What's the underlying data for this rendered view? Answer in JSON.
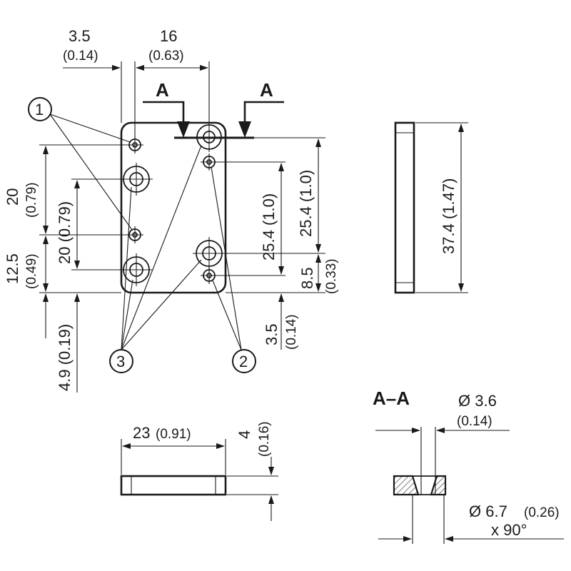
{
  "section_label": "A",
  "section_title": "A–A",
  "callouts": [
    "1",
    "2",
    "3"
  ],
  "dims": {
    "w35": "3.5",
    "w35_in": "(0.14)",
    "w16": "16",
    "w16_in": "(0.63)",
    "h20": "20",
    "h20_in": "(0.79)",
    "h125": "12.5",
    "h125_in": "(0.49)",
    "h49": "4.9 (0.19)",
    "h20b": "20 (0.79)",
    "h254a": "25.4 (1.0)",
    "h254b": "25.4 (1.0)",
    "h85": "8.5",
    "h85_in": "(0.33)",
    "h35": "3.5",
    "h35_in": "(0.14)",
    "h374": "37.4 (1.47)",
    "w23": "23",
    "w23_in": "(0.91)",
    "t4": "4",
    "t4_in": "(0.16)",
    "d36": "Ø 3.6",
    "d36_in": "(0.14)",
    "d67": "Ø 6.7",
    "d67_in": "(0.26)",
    "angle": "x 90°"
  }
}
